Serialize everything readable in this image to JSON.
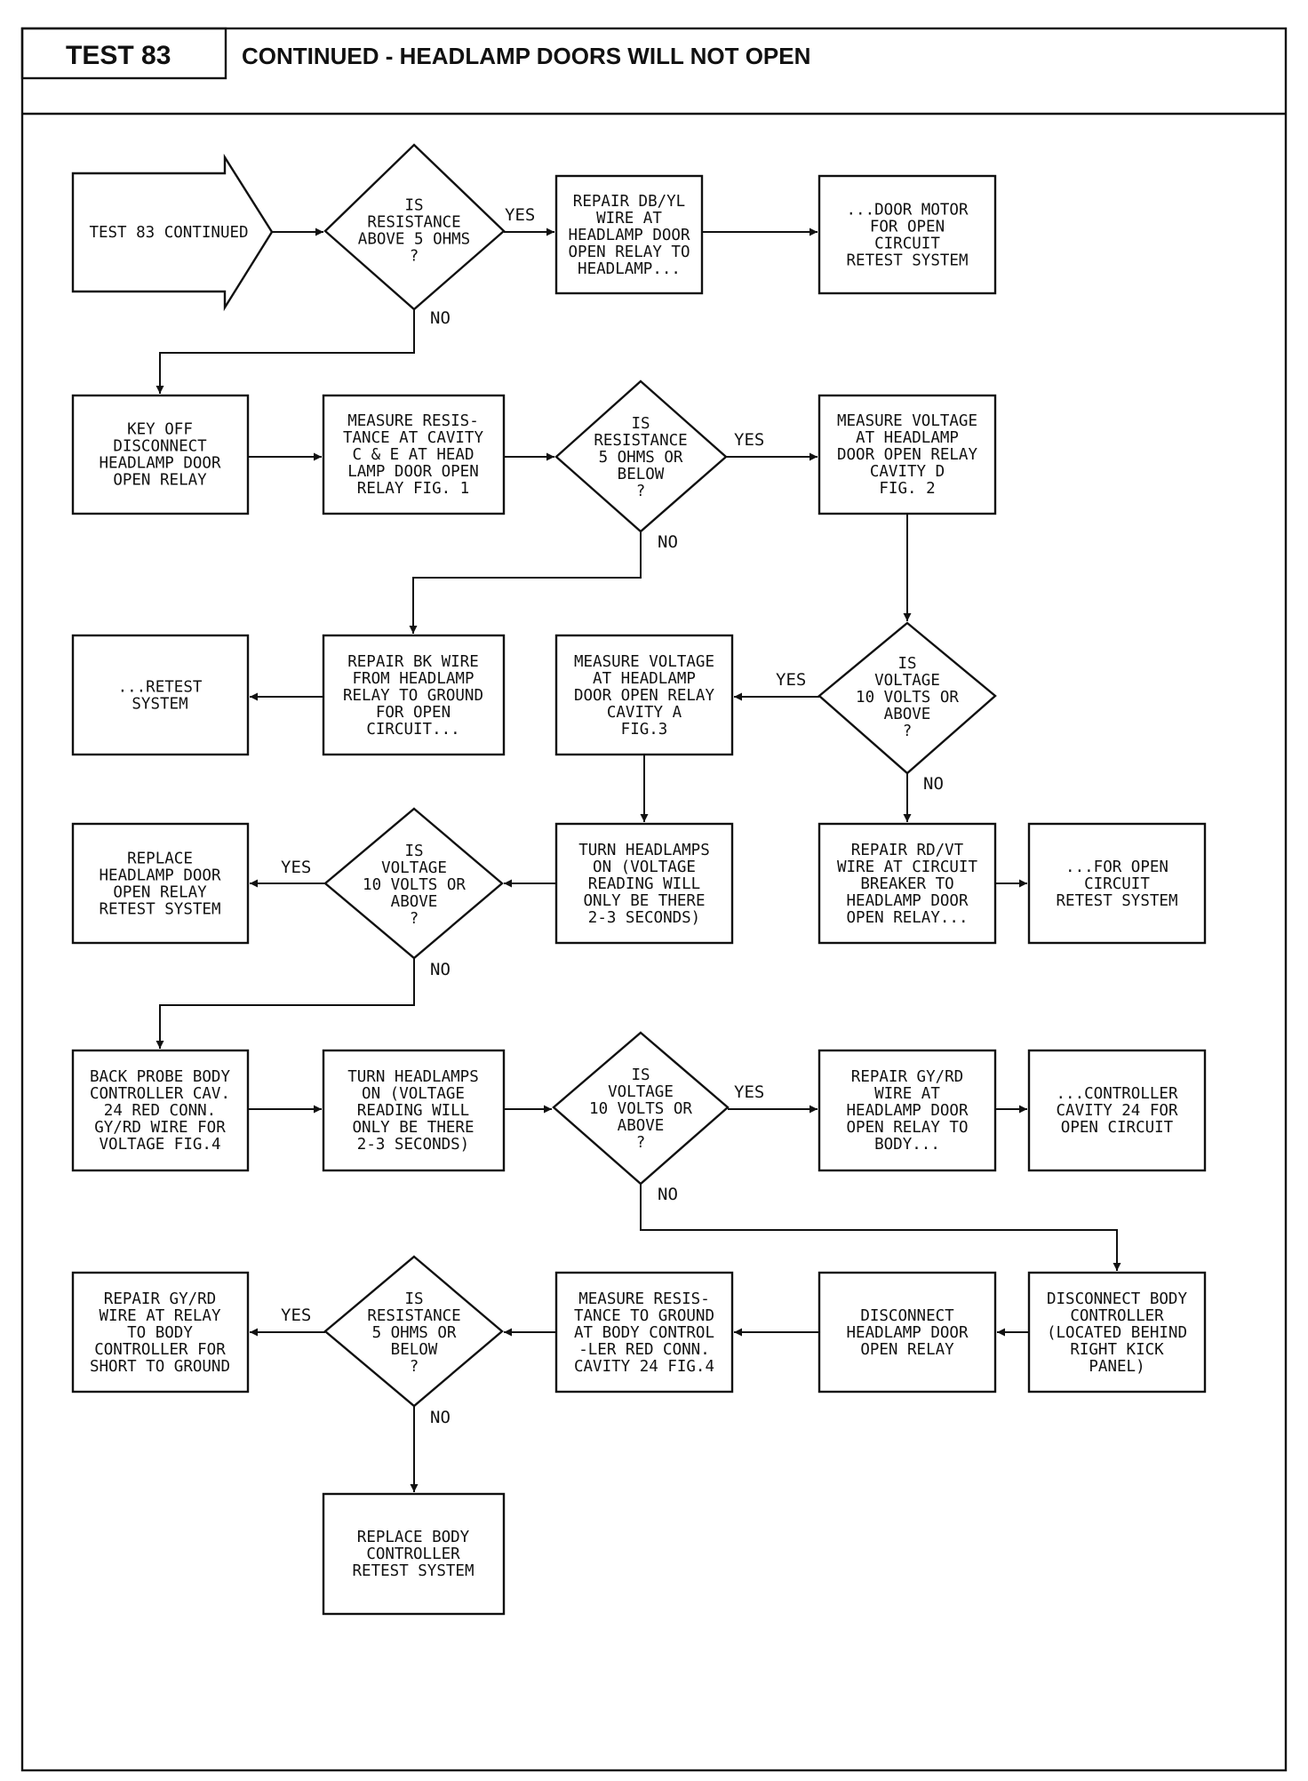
{
  "header": {
    "test_label": "TEST 83",
    "title": "CONTINUED - HEADLAMP DOORS WILL NOT OPEN"
  },
  "labels": {
    "yes": "YES",
    "no": "NO"
  },
  "nodes": {
    "start": [
      "TEST 83 CONTINUED"
    ],
    "d1": [
      "IS",
      "RESISTANCE",
      "ABOVE 5 OHMS",
      "?"
    ],
    "r1": [
      "REPAIR DB/YL",
      "WIRE AT",
      "HEADLAMP DOOR",
      "OPEN RELAY TO",
      "HEADLAMP..."
    ],
    "r1b": [
      "...DOOR MOTOR",
      "FOR OPEN",
      "CIRCUIT",
      "RETEST SYSTEM"
    ],
    "k1": [
      "KEY OFF",
      "DISCONNECT",
      "HEADLAMP DOOR",
      "OPEN RELAY"
    ],
    "m1": [
      "MEASURE RESIS-",
      "TANCE AT CAVITY",
      "C & E AT HEAD",
      "LAMP DOOR OPEN",
      "RELAY FIG. 1"
    ],
    "d2": [
      "IS",
      "RESISTANCE",
      "5 OHMS OR",
      "BELOW",
      "?"
    ],
    "m2": [
      "MEASURE VOLTAGE",
      "AT HEADLAMP",
      "DOOR OPEN RELAY",
      "CAVITY D",
      "FIG. 2"
    ],
    "rt1": [
      "...RETEST",
      "SYSTEM"
    ],
    "rbk": [
      "REPAIR BK WIRE",
      "FROM HEADLAMP",
      "RELAY TO GROUND",
      "FOR OPEN",
      "CIRCUIT..."
    ],
    "m3": [
      "MEASURE VOLTAGE",
      "AT HEADLAMP",
      "DOOR OPEN RELAY",
      "CAVITY A",
      "FIG.3"
    ],
    "d3": [
      "IS",
      "VOLTAGE",
      "10 VOLTS OR",
      "ABOVE",
      "?"
    ],
    "rep1": [
      "REPLACE",
      "HEADLAMP DOOR",
      "OPEN RELAY",
      "RETEST SYSTEM"
    ],
    "d4": [
      "IS",
      "VOLTAGE",
      "10 VOLTS OR",
      "ABOVE",
      "?"
    ],
    "t1": [
      "TURN HEADLAMPS",
      "ON (VOLTAGE",
      "READING WILL",
      "ONLY BE THERE",
      "2-3 SECONDS)"
    ],
    "rrd": [
      "REPAIR RD/VT",
      "WIRE AT CIRCUIT",
      "BREAKER TO",
      "HEADLAMP DOOR",
      "OPEN RELAY..."
    ],
    "rrdb": [
      "...FOR OPEN",
      "CIRCUIT",
      "RETEST SYSTEM"
    ],
    "bp": [
      "BACK PROBE BODY",
      "CONTROLLER CAV.",
      "24 RED CONN.",
      "GY/RD WIRE FOR",
      "VOLTAGE FIG.4"
    ],
    "t2": [
      "TURN HEADLAMPS",
      "ON (VOLTAGE",
      "READING WILL",
      "ONLY BE THERE",
      "2-3 SECONDS)"
    ],
    "d5": [
      "IS",
      "VOLTAGE",
      "10 VOLTS OR",
      "ABOVE",
      "?"
    ],
    "rgy": [
      "REPAIR GY/RD",
      "WIRE AT",
      "HEADLAMP DOOR",
      "OPEN RELAY TO",
      "BODY..."
    ],
    "rgyb": [
      "...CONTROLLER",
      "CAVITY 24 FOR",
      "OPEN CIRCUIT"
    ],
    "rgy2": [
      "REPAIR GY/RD",
      "WIRE AT RELAY",
      "TO BODY",
      "CONTROLLER FOR",
      "SHORT TO GROUND"
    ],
    "d6": [
      "IS",
      "RESISTANCE",
      "5 OHMS OR",
      "BELOW",
      "?"
    ],
    "m4": [
      "MEASURE RESIS-",
      "TANCE TO GROUND",
      "AT BODY CONTROL",
      "-LER RED CONN.",
      "CAVITY 24 FIG.4"
    ],
    "dis1": [
      "DISCONNECT",
      "HEADLAMP DOOR",
      "OPEN RELAY"
    ],
    "dis2": [
      "DISCONNECT BODY",
      "CONTROLLER",
      "(LOCATED BEHIND",
      "RIGHT KICK",
      "PANEL)"
    ],
    "rbc": [
      "REPLACE BODY",
      "CONTROLLER",
      "RETEST SYSTEM"
    ]
  }
}
